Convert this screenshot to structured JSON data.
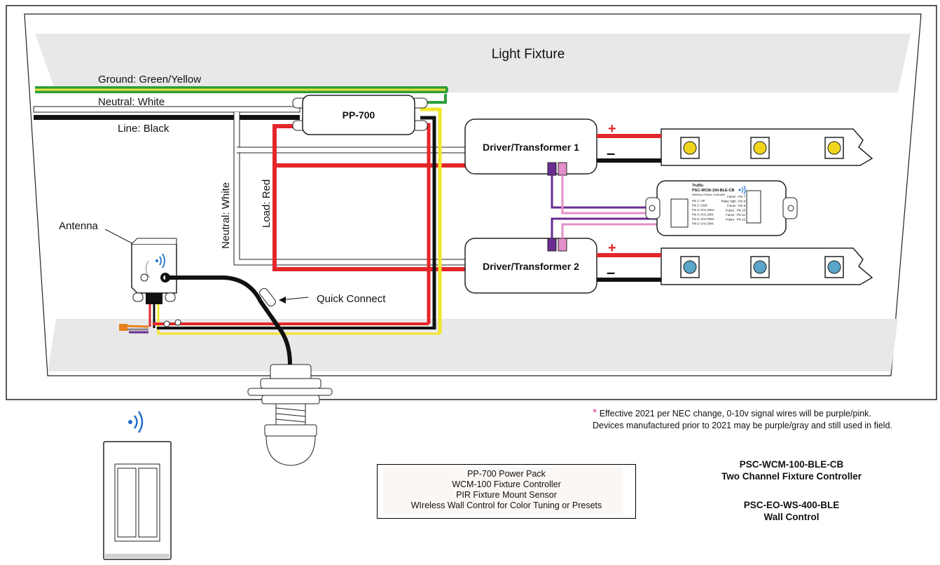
{
  "diagram": {
    "fixture_title": "Light Fixture",
    "wire_labels": {
      "ground": "Ground: Green/Yellow",
      "neutral": "Neutral: White",
      "line": "Line: Black",
      "neutral_vertical": "Neutral: White",
      "load_vertical": "Load: Red"
    },
    "components": {
      "power_pack": "PP-700",
      "driver1": "Driver/Transformer 1",
      "driver2": "Driver/Transformer 2",
      "antenna": "Antenna",
      "quick_connect": "Quick Connect"
    },
    "polarity": {
      "plus": "+",
      "minus": "–"
    },
    "controller_module": {
      "brand": "TruBlu",
      "model": "PSC-WCM-100-BLE-CB",
      "subtitle": "Wireless Fixture Controller",
      "pins_left": [
        "Pin 1: Vin",
        "Pin 2: GND",
        "Pin 3: CH1 DIM+",
        "Pin 4: CH1 DIM-",
        "Pin 5: CH2 DIM+",
        "Pin 6: CH2 DIM-"
      ],
      "pins_right": [
        "Future : Pin 7",
        "Relay High : Pin 8",
        "Future : Pin 9",
        "Future : Pin 10",
        "Future : Pin 11",
        "Future : Pin 12"
      ]
    },
    "colors": {
      "ground_green": "#2e9e3a",
      "ground_yellow": "#e8e23a",
      "line_black": "#111111",
      "load_red": "#e3262a",
      "yellow_wire": "#f2e629",
      "purple": "#6a2c91",
      "pink": "#e58fc9",
      "fixture_gray": "#e8e8e8",
      "led_yellow": "#f1d51c",
      "led_blue": "#5aa6c8",
      "wireless_blue": "#1f6fcc"
    },
    "icons": [
      "wireless-signal-icon",
      "plus-icon",
      "minus-icon"
    ]
  },
  "note": {
    "star": "*",
    "line1": "Effective 2021 per NEC change, 0-10v signal wires will be purple/pink.",
    "line2": "Devices manufactured prior to 2021 may be purple/gray and still used in field."
  },
  "legend": {
    "lines": [
      "PP-700 Power Pack",
      "WCM-100 Fixture Controller",
      "PIR Fixture Mount Sensor",
      "WIreless Wall Control for Color Tuning or Presets"
    ]
  },
  "products": {
    "controller": {
      "sku": "PSC-WCM-100-BLE-CB",
      "name": "Two Channel Fixture Controller"
    },
    "wall": {
      "sku": "PSC-EO-WS-400-BLE",
      "name": "Wall Control"
    }
  }
}
